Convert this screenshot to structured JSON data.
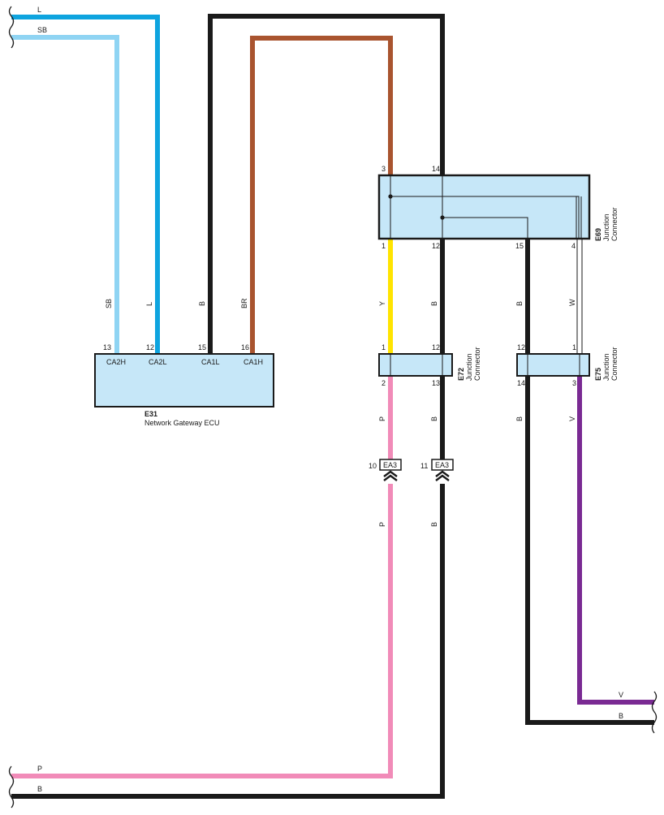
{
  "colors": {
    "L": "#0ea4df",
    "SB": "#8fd4f3",
    "B": "#1a1a1a",
    "BR": "#a9542f",
    "Y": "#ffe400",
    "P": "#f18bb8",
    "W": "#ffffff",
    "V": "#7a2a93",
    "box_fill": "#c6e7f8",
    "box_stroke": "#1a1a1a"
  },
  "edge_labels": {
    "top_L": "L",
    "top_SB": "SB",
    "bottom_P": "P",
    "bottom_B": "B",
    "right_V": "V",
    "right_B": "B"
  },
  "wire_labels": {
    "sb": "SB",
    "l": "L",
    "b_ca1l": "B",
    "br": "BR",
    "y": "Y",
    "b_e69_12": "B",
    "b_e69_15": "B",
    "w": "W",
    "p_upper": "P",
    "b_e72_13": "B",
    "b_e75_14": "B",
    "v": "V",
    "p_lower": "P",
    "b_lower": "B"
  },
  "ecu": {
    "code": "E31",
    "name": "Network Gateway ECU",
    "pins": {
      "p13": "13",
      "p12": "12",
      "p15": "15",
      "p16": "16"
    },
    "terminals": {
      "ca2h": "CA2H",
      "ca2l": "CA2L",
      "ca1l": "CA1L",
      "ca1h": "CA1H"
    }
  },
  "e69": {
    "code": "E69",
    "line1": "Junction",
    "line2": "Connector",
    "pins": {
      "top3": "3",
      "top14": "14",
      "bot1": "1",
      "bot12": "12",
      "bot15": "15",
      "bot4": "4"
    }
  },
  "e72": {
    "code": "E72",
    "line1": "Junction",
    "line2": "Connector",
    "pins": {
      "top1": "1",
      "top12": "12",
      "bot2": "2",
      "bot13": "13"
    }
  },
  "e75": {
    "code": "E75",
    "line1": "Junction",
    "line2": "Connector",
    "pins": {
      "top12": "12",
      "top1": "1",
      "bot14": "14",
      "bot3": "3"
    }
  },
  "ea3_a": {
    "pin": "10",
    "code": "EA3"
  },
  "ea3_b": {
    "pin": "11",
    "code": "EA3"
  }
}
